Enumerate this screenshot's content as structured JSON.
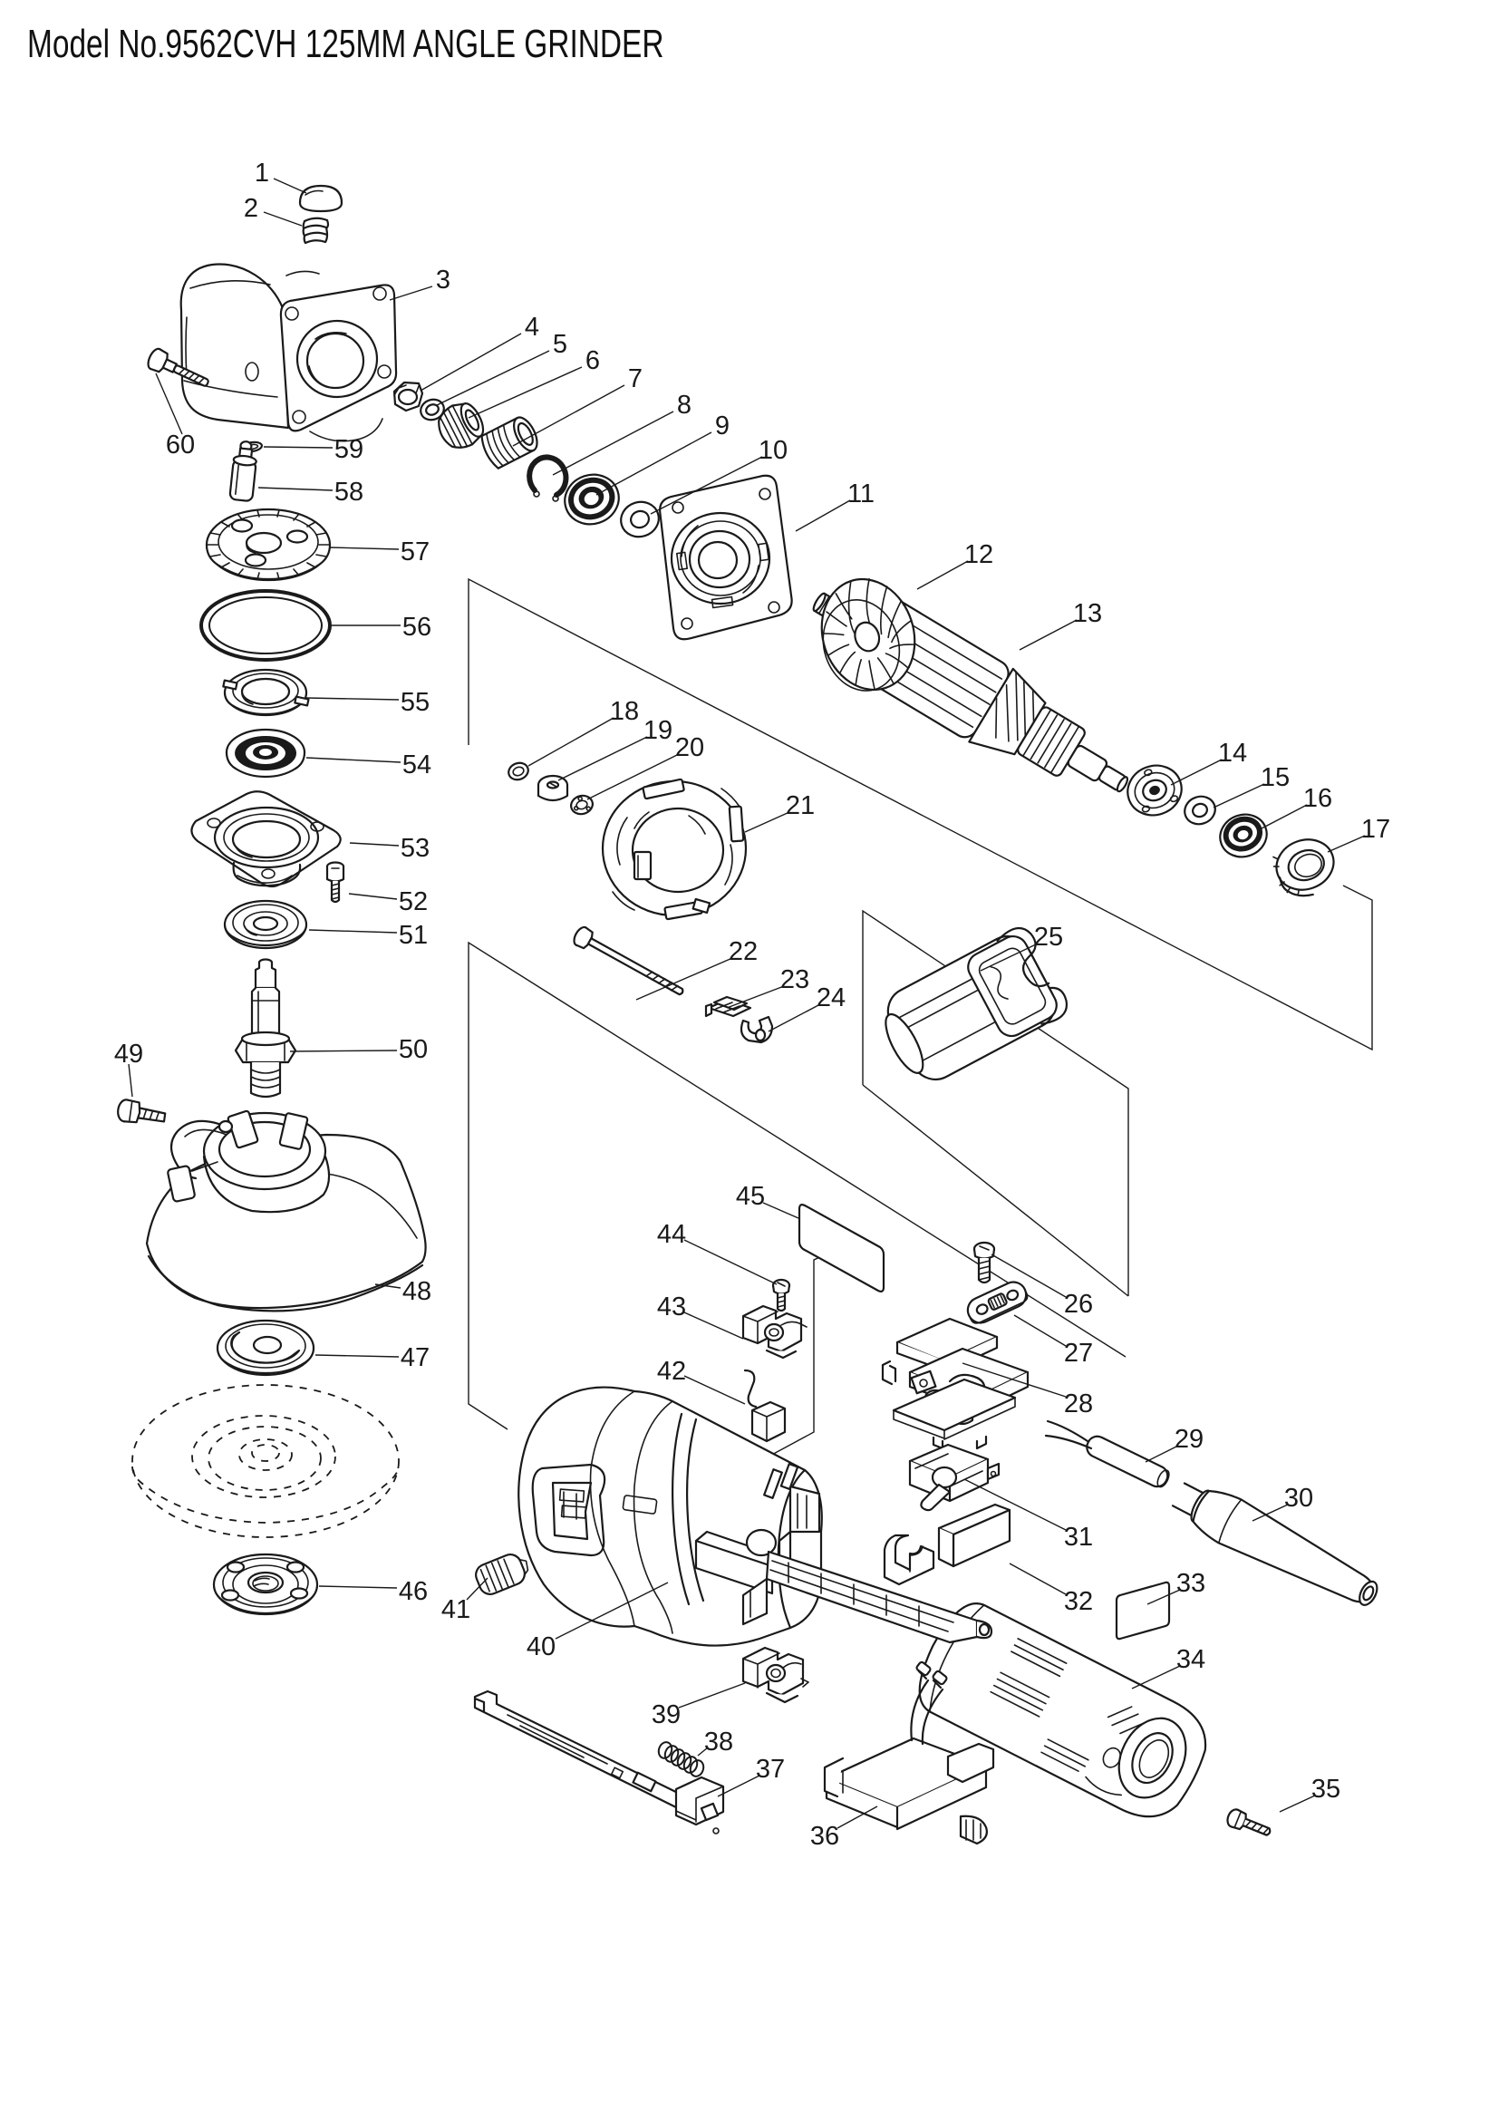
{
  "title": "Model No.9562CVH 125MM ANGLE GRINDER",
  "colors": {
    "ink": "#1a1a1a",
    "background": "#ffffff"
  },
  "diagram": {
    "type": "exploded-parts-diagram",
    "part_labels": [
      "1",
      "2",
      "3",
      "4",
      "5",
      "6",
      "7",
      "8",
      "9",
      "10",
      "11",
      "12",
      "13",
      "14",
      "15",
      "16",
      "17",
      "18",
      "19",
      "20",
      "21",
      "22",
      "23",
      "24",
      "25",
      "26",
      "27",
      "28",
      "29",
      "30",
      "31",
      "32",
      "33",
      "34",
      "35",
      "36",
      "37",
      "38",
      "39",
      "40",
      "41",
      "42",
      "43",
      "44",
      "45",
      "46",
      "47",
      "48",
      "49",
      "50",
      "51",
      "52",
      "53",
      "54",
      "55",
      "56",
      "57",
      "58",
      "59",
      "60"
    ]
  }
}
